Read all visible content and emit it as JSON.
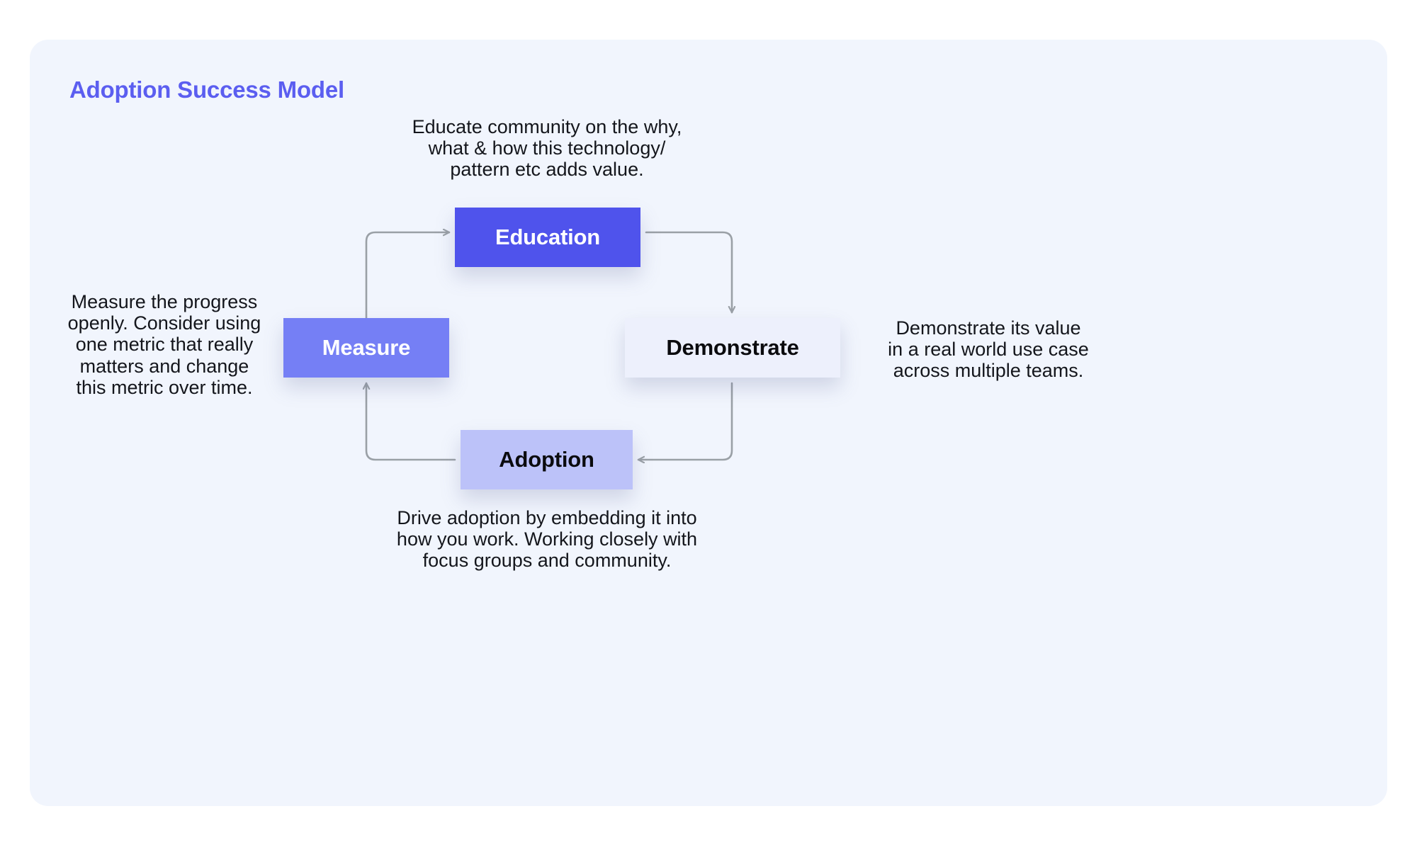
{
  "card": {
    "title": "Adoption Success Model",
    "background_color": "#f1f5fd",
    "title_color": "#5b5ef0"
  },
  "diagram": {
    "type": "cycle-flow",
    "connector_color": "#9aa0a6",
    "nodes": [
      {
        "id": "education",
        "label": "Education",
        "fill": "#4f53ec",
        "text_color": "#ffffff",
        "position": "top"
      },
      {
        "id": "measure",
        "label": "Measure",
        "fill": "#757ff5",
        "text_color": "#ffffff",
        "position": "left"
      },
      {
        "id": "demonstrate",
        "label": "Demonstrate",
        "fill": "#edf0fc",
        "text_color": "#0b0b0e",
        "position": "right"
      },
      {
        "id": "adoption",
        "label": "Adoption",
        "fill": "#bcc2f9",
        "text_color": "#0b0b0e",
        "position": "bottom"
      }
    ],
    "edges": [
      {
        "from": "measure",
        "to": "education"
      },
      {
        "from": "education",
        "to": "demonstrate"
      },
      {
        "from": "demonstrate",
        "to": "adoption"
      },
      {
        "from": "adoption",
        "to": "measure"
      }
    ]
  },
  "captions": {
    "education": "Educate community on the why,\nwhat & how this technology/\npattern etc adds value.",
    "demonstrate": "Demonstrate its value\nin a real world use case\nacross multiple teams.",
    "adoption": "Drive adoption by embedding it into\nhow you work. Working closely with\nfocus groups and community.",
    "measure": "Measure the progress\nopenly. Consider using\none metric that really\nmatters and change\nthis metric over time."
  }
}
